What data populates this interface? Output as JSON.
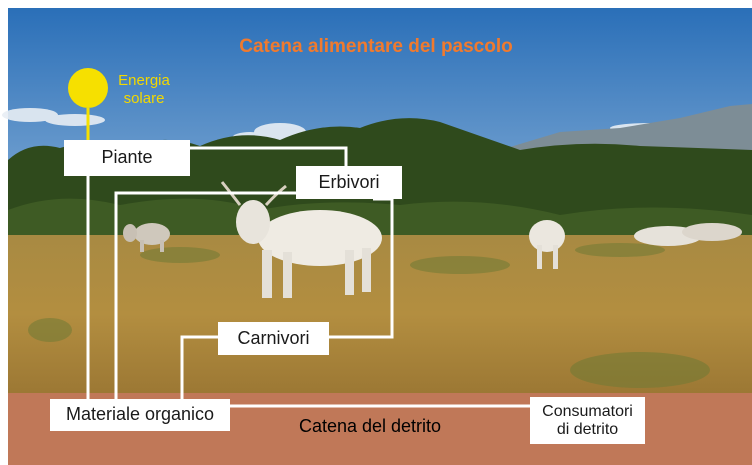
{
  "title": "Catena alimentare del pascolo",
  "sun_label": [
    "Energia",
    "solare"
  ],
  "nodes": {
    "piante": "Piante",
    "erbivori": "Erbivori",
    "carnivori": "Carnivori",
    "materiale_organico": "Materiale organico",
    "consumatori": [
      "Consumatori",
      "di detrito"
    ]
  },
  "band_label": "Catena del detrito",
  "colors": {
    "title": "#f07a2e",
    "sun": "#f6e000",
    "sun_text": "#f2d800",
    "sky_top": "#2a6fb8",
    "sky_bottom": "#c9dcec",
    "field": "#b08a3c",
    "band": "#c07858",
    "connector": "#ffffff"
  }
}
